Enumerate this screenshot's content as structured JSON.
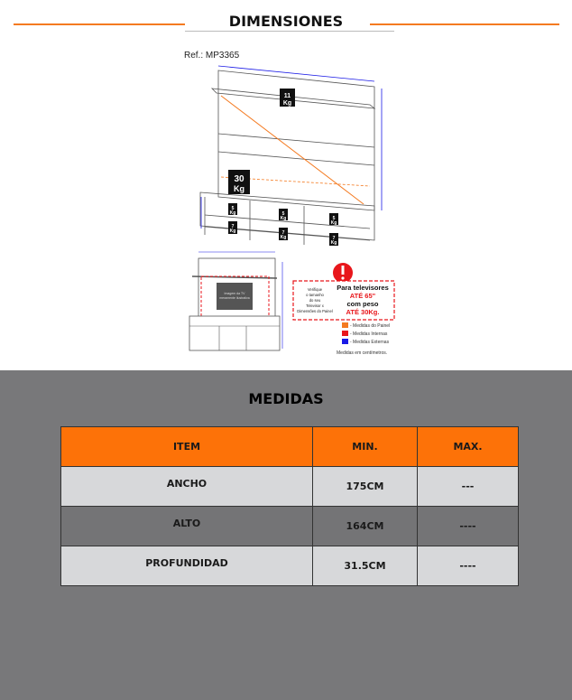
{
  "header": {
    "title": "DIMENSIONES",
    "ref": "Ref.: MP3365"
  },
  "diagram": {
    "weights": {
      "top_shelf": "11",
      "panel": "30",
      "niche": "5",
      "drawer": "7",
      "unit": "Kg"
    },
    "tv_placeholder": [
      "Imagem da TV",
      "meramente ilustrativa"
    ],
    "check_note": [
      "Verifique",
      "o tamanho",
      "do seu",
      "Televisor x",
      "Dimensões do Painel"
    ],
    "tv_note": [
      "Para televisores",
      "ATÉ 65\"",
      "com peso",
      "ATÉ 30Kg."
    ],
    "legend": [
      {
        "label": "- Medidas do Painel",
        "color": "#f47a20"
      },
      {
        "label": "- Medidas Internas",
        "color": "#e8161b"
      },
      {
        "label": "- Medidas Externas",
        "color": "#1a1ae6"
      }
    ],
    "units_note": "Medidas em centímetros."
  },
  "medidas": {
    "title": "MEDIDAS",
    "columns": [
      "ITEM",
      "MIN.",
      "MAX."
    ],
    "rows": [
      {
        "item": "ANCHO",
        "min": "175CM",
        "max": "---"
      },
      {
        "item": "ALTO",
        "min": "164CM",
        "max": "----"
      },
      {
        "item": "PROFUNDIDAD",
        "min": "31.5CM",
        "max": "----"
      }
    ]
  }
}
